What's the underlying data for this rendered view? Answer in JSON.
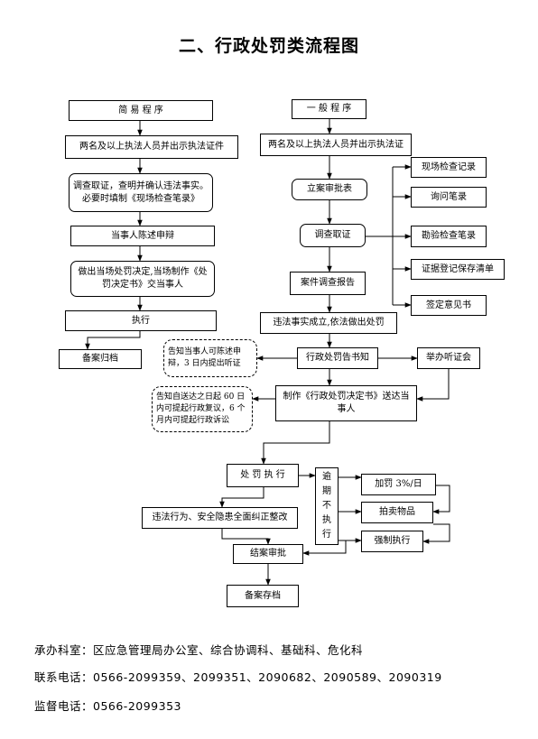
{
  "title": "二、行政处罚类流程图",
  "simple": {
    "header": "简 易 程 序",
    "step1": "两名及以上执法人员并出示执法证件",
    "step2": "调查取证，查明并确认违法事实。必要时填制《现场检查笔录》",
    "step3": "当事人陈述申辩",
    "step4": "做出当场处罚决定,当场制作《处罚决定书》交当事人",
    "step5": "执行",
    "step6": "备案归档"
  },
  "general": {
    "header": "一 般 程 序",
    "step1": "两名及以上执法人员并出示执法证",
    "approve": "立案审批表",
    "investigate": "调查取证",
    "report": "案件调查报告",
    "decide": "违法事实成立,依法做出处罚",
    "notify": "行政处罚告书知",
    "hearing": "举办听证会",
    "make_decision": "制作《行政处罚决定书》送达当事人",
    "exec": "处 罚 执 行",
    "rectify": "违法行为、安全隐患全面纠正整改",
    "overdue": "逾期不执行",
    "fine": "加罚 3%/日",
    "auction": "拍卖物品",
    "enforce": "强制执行",
    "close": "结案审批",
    "archive": "备案存档"
  },
  "evidence": {
    "record": "现场检查记录",
    "inquiry": "询问笔录",
    "inspection": "勘验检查笔录",
    "preserve": "证据登记保存清单",
    "opinion": "签定意见书"
  },
  "notes": {
    "hearing_note": "告知当事人可陈述申辩，3 日内提出听证",
    "appeal_note": "告知自送达之日起 60 日内可提起行政复议，6 个月内可提起行政诉讼"
  },
  "footer": {
    "office": "承办科室：区应急管理局办公室、综合协调科、基础科、危化科",
    "contact": "联系电话：0566-2099359、2099351、2090682、2090589、2090319",
    "supervise": "监督电话：0566-2099353"
  }
}
